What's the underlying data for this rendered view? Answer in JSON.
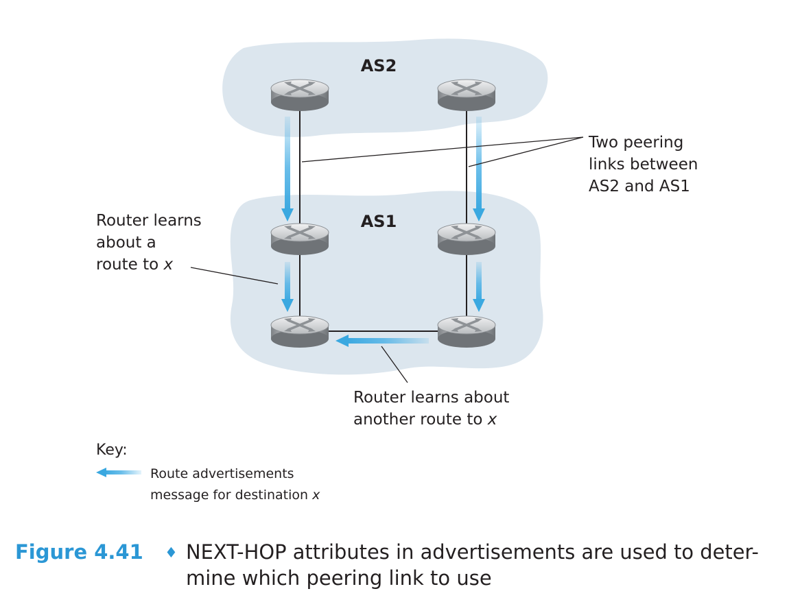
{
  "areas": {
    "as2": {
      "label": "AS2"
    },
    "as1": {
      "label": "AS1"
    }
  },
  "annotations": {
    "peering": {
      "lines": [
        "Two peering",
        "links between",
        "AS2 and AS1"
      ]
    },
    "learn_route": {
      "lines": [
        "Router learns",
        "about a",
        "route to"
      ],
      "var": "x"
    },
    "learn_another": {
      "lines": [
        "Router learns about",
        "another route to"
      ],
      "var": "x"
    }
  },
  "key": {
    "title": "Key:",
    "lines": [
      "Route advertisements",
      "message for destination"
    ],
    "var": "x"
  },
  "caption": {
    "number": "Figure 4.41",
    "bullet": "♦",
    "lines": [
      "NEXT-HOP attributes in advertisements are used to deter-",
      "mine which peering link to use"
    ]
  },
  "colors": {
    "as_fill": "#dce6ee",
    "arrow": "#4fb2e6",
    "caption_accent": "#2b97d5",
    "router": "#b9bcbf"
  }
}
